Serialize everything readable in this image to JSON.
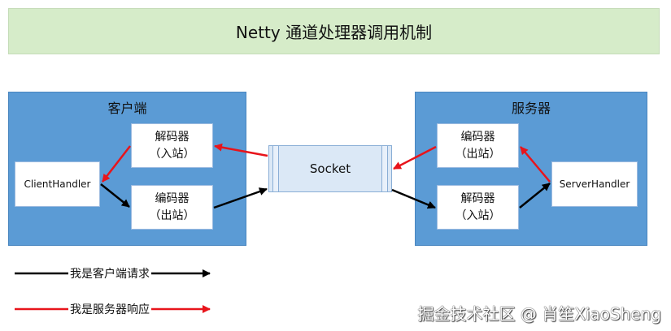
{
  "title": "Netty 通道处理器调用机制",
  "client": {
    "label": "客户端",
    "handler": "ClientHandler",
    "decoder": {
      "line1": "解码器",
      "line2": "（入站）"
    },
    "encoder": {
      "line1": "编码器",
      "line2": "（出站）"
    }
  },
  "socket": {
    "label": "Socket"
  },
  "server": {
    "label": "服务器",
    "handler": "ServerHandler",
    "encoder": {
      "line1": "编码器",
      "line2": "（出站）"
    },
    "decoder": {
      "line1": "解码器",
      "line2": "（入站）"
    }
  },
  "legend": {
    "request": "我是客户端请求",
    "response": "我是服务器响应"
  },
  "colors": {
    "request": "#000000",
    "response": "#e8141b",
    "group": "#5b9bd5",
    "title_bg": "#d6ecc9"
  },
  "watermark": "掘金技术社区 @ 肖笙XiaoSheng"
}
